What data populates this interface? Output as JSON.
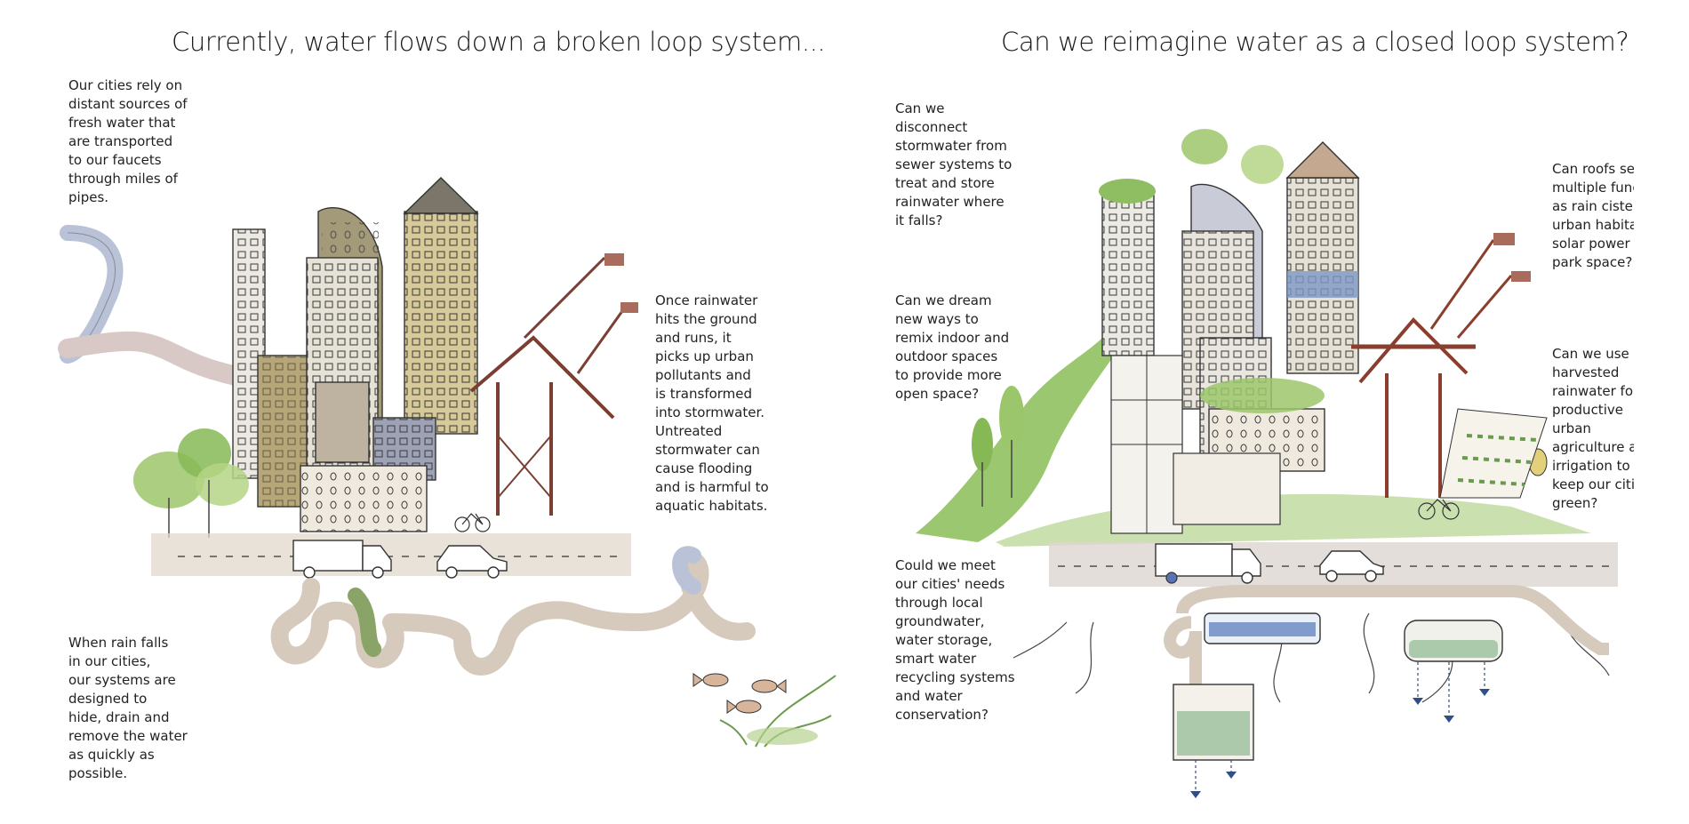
{
  "titles": {
    "left": "Currently, water flows down a broken loop system...",
    "right": "Can we reimagine water as a closed loop system?"
  },
  "left_panel": {
    "caption_sources": "Our cities rely on\ndistant sources of\nfresh water that\nare transported\nto our faucets\nthrough miles of\npipes.",
    "caption_runoff": "Once rainwater\nhits the ground\nand runs, it\npicks up urban\npollutants and\nis transformed\ninto stormwater.\nUntreated\nstormwater can\ncause flooding\nand is harmful to\naquatic habitats.",
    "caption_drain": "When rain falls\nin our cities,\nour systems are\ndesigned to\nhide, drain and\nremove the water\nas quickly as\npossible."
  },
  "right_panel": {
    "caption_disconnect": "Can we\ndisconnect\nstormwater from\nsewer systems to\ntreat and store\nrainwater where\nit falls?",
    "caption_remix": "Can we dream\nnew ways to\nremix indoor and\noutdoor spaces\nto provide more\nopen space?",
    "caption_local": "Could we meet\nour cities' needs\nthrough local\ngroundwater,\nwater storage,\nsmart water\nrecycling systems\nand water\nconservation?",
    "caption_roofs": "Can roofs se\nmultiple funct\nas rain cister\nurban habita\nsolar power o\npark space?",
    "caption_harvest": "Can we use\nharvested\nrainwater for\nproductive\nurban\nagriculture an\nirrigation to\nkeep our citi\ngreen?"
  },
  "colors": {
    "ink": "#2b2b2b",
    "pipe_fill": "#d9cbbf",
    "pipe_blue": "#b9c2d6",
    "tree_green": "#9cc66b",
    "grass_green": "#7fb24f",
    "building_tan": "#c9b98f",
    "crane_brown": "#8a4a3a",
    "road_gray": "#cfcac3",
    "water_green": "#9fc3a0"
  },
  "icons": [
    "fish-icon",
    "bicycle-icon",
    "truck-icon",
    "car-icon",
    "tree-icon",
    "crane-icon",
    "building-icon",
    "cistern-icon"
  ]
}
